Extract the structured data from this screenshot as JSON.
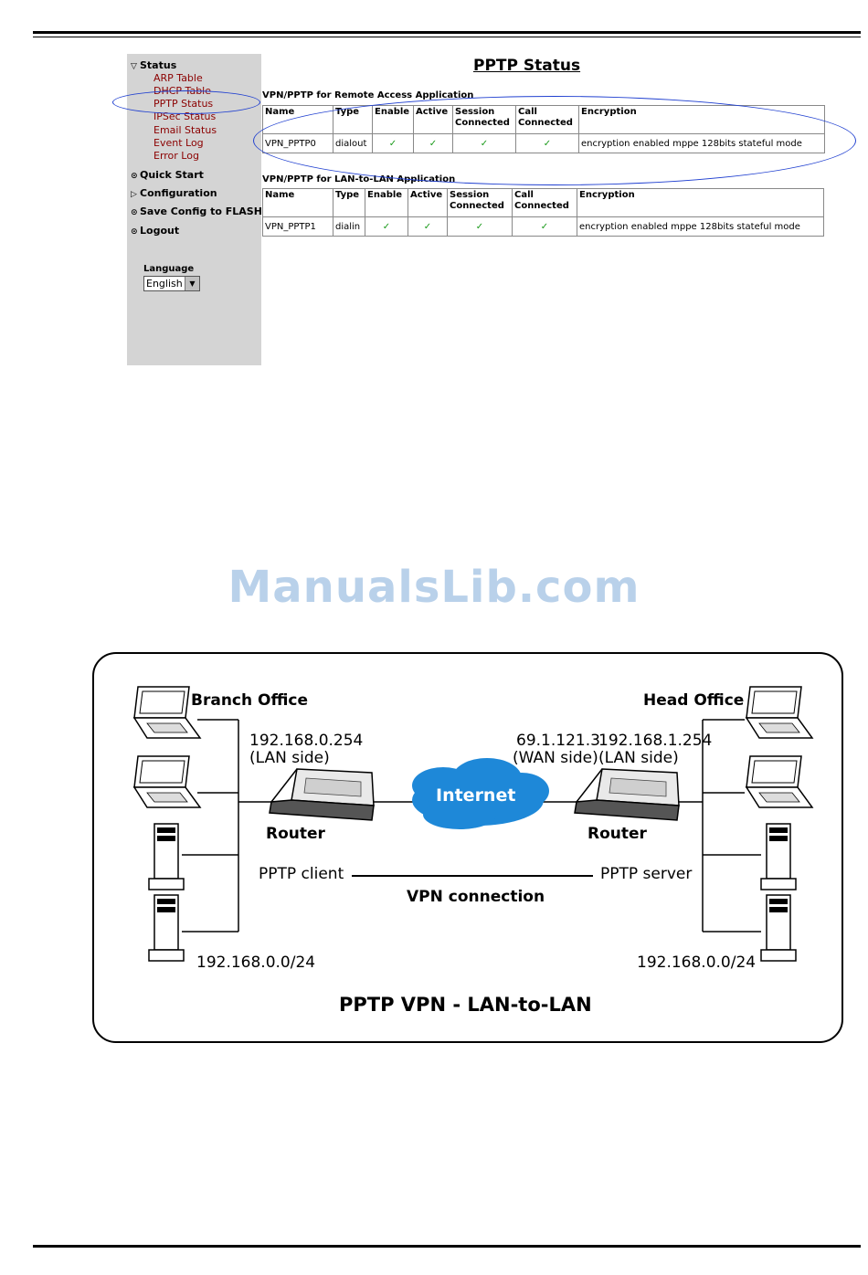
{
  "screenshot": {
    "page_title": "PPTP Status",
    "sidebar": {
      "status_label": "Status",
      "status_links": [
        "ARP Table",
        "DHCP Table",
        "PPTP Status",
        "IPSec Status",
        "Email Status",
        "Event Log",
        "Error Log"
      ],
      "menu": [
        "Quick Start",
        "Configuration",
        "Save Config to FLASH",
        "Logout"
      ],
      "language_label": "Language",
      "language_value": "English"
    },
    "remote_access": {
      "title": "VPN/PPTP for Remote Access Application",
      "headers": [
        "Name",
        "Type",
        "Enable",
        "Active",
        "Session Connected",
        "Call Connected",
        "Encryption"
      ],
      "row": {
        "name": "VPN_PPTP0",
        "type": "dialout",
        "encryption": "encryption enabled mppe 128bits stateful mode"
      }
    },
    "lan_to_lan": {
      "title": "VPN/PPTP for LAN-to-LAN Application",
      "headers": [
        "Name",
        "Type",
        "Enable",
        "Active",
        "Session Connected",
        "Call Connected",
        "Encryption"
      ],
      "row": {
        "name": "VPN_PPTP1",
        "type": "dialin",
        "encryption": "encryption enabled mppe 128bits stateful mode"
      }
    },
    "check_glyph": "✓",
    "check_color": "#1a9a1a",
    "link_color": "#8b0000",
    "highlight_color": "#1f3fd0"
  },
  "watermark": "ManualsLib.com",
  "diagram": {
    "branch_office": "Branch Office",
    "head_office": "Head Office",
    "branch_ip": "192.168.0.254",
    "branch_ip_side": "(LAN side)",
    "wan_ip": "69.1.121.3",
    "wan_side": "(WAN side)",
    "head_ip": "192.168.1.254",
    "head_ip_side": "(LAN side)",
    "internet": "Internet",
    "router_left": "Router",
    "router_right": "Router",
    "pptp_client": "PPTP client",
    "pptp_server": "PPTP server",
    "vpn_connection": "VPN connection",
    "subnet_left": "192.168.0.0/24",
    "subnet_right": "192.168.0.0/24",
    "title": "PPTP VPN - LAN-to-LAN",
    "cloud_color": "#1e88d8"
  }
}
